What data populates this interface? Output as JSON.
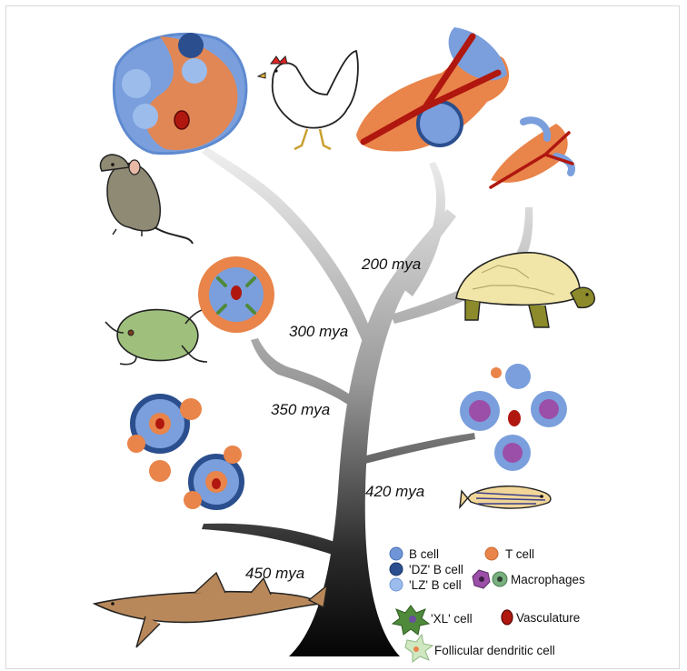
{
  "timeline": {
    "t450": "450 mya",
    "t420": "420 mya",
    "t350": "350 mya",
    "t300": "300 mya",
    "t200": "200 mya"
  },
  "legend": {
    "b_cell": "B cell",
    "t_cell": "T cell",
    "dz_b_cell": "'DZ' B cell",
    "lz_b_cell": "'LZ' B cell",
    "macrophages": "Macrophages",
    "xl_cell": "'XL' cell",
    "vasculature": "Vasculature",
    "fdc": "Follicular dendritic cell"
  },
  "colors": {
    "b_cell": "#6f95d6",
    "dz_b_cell": "#2b4f8e",
    "lz_b_cell": "#9cbcec",
    "t_cell": "#e9844a",
    "macrophage_purple": "#9b4fa8",
    "macrophage_green": "#79b07f",
    "xl_cell": "#4e8a3a",
    "vasculature": "#b0170f",
    "fdc": "#cfe8c0",
    "tree_top": "#e6e6e6",
    "tree_bottom": "#050505"
  }
}
